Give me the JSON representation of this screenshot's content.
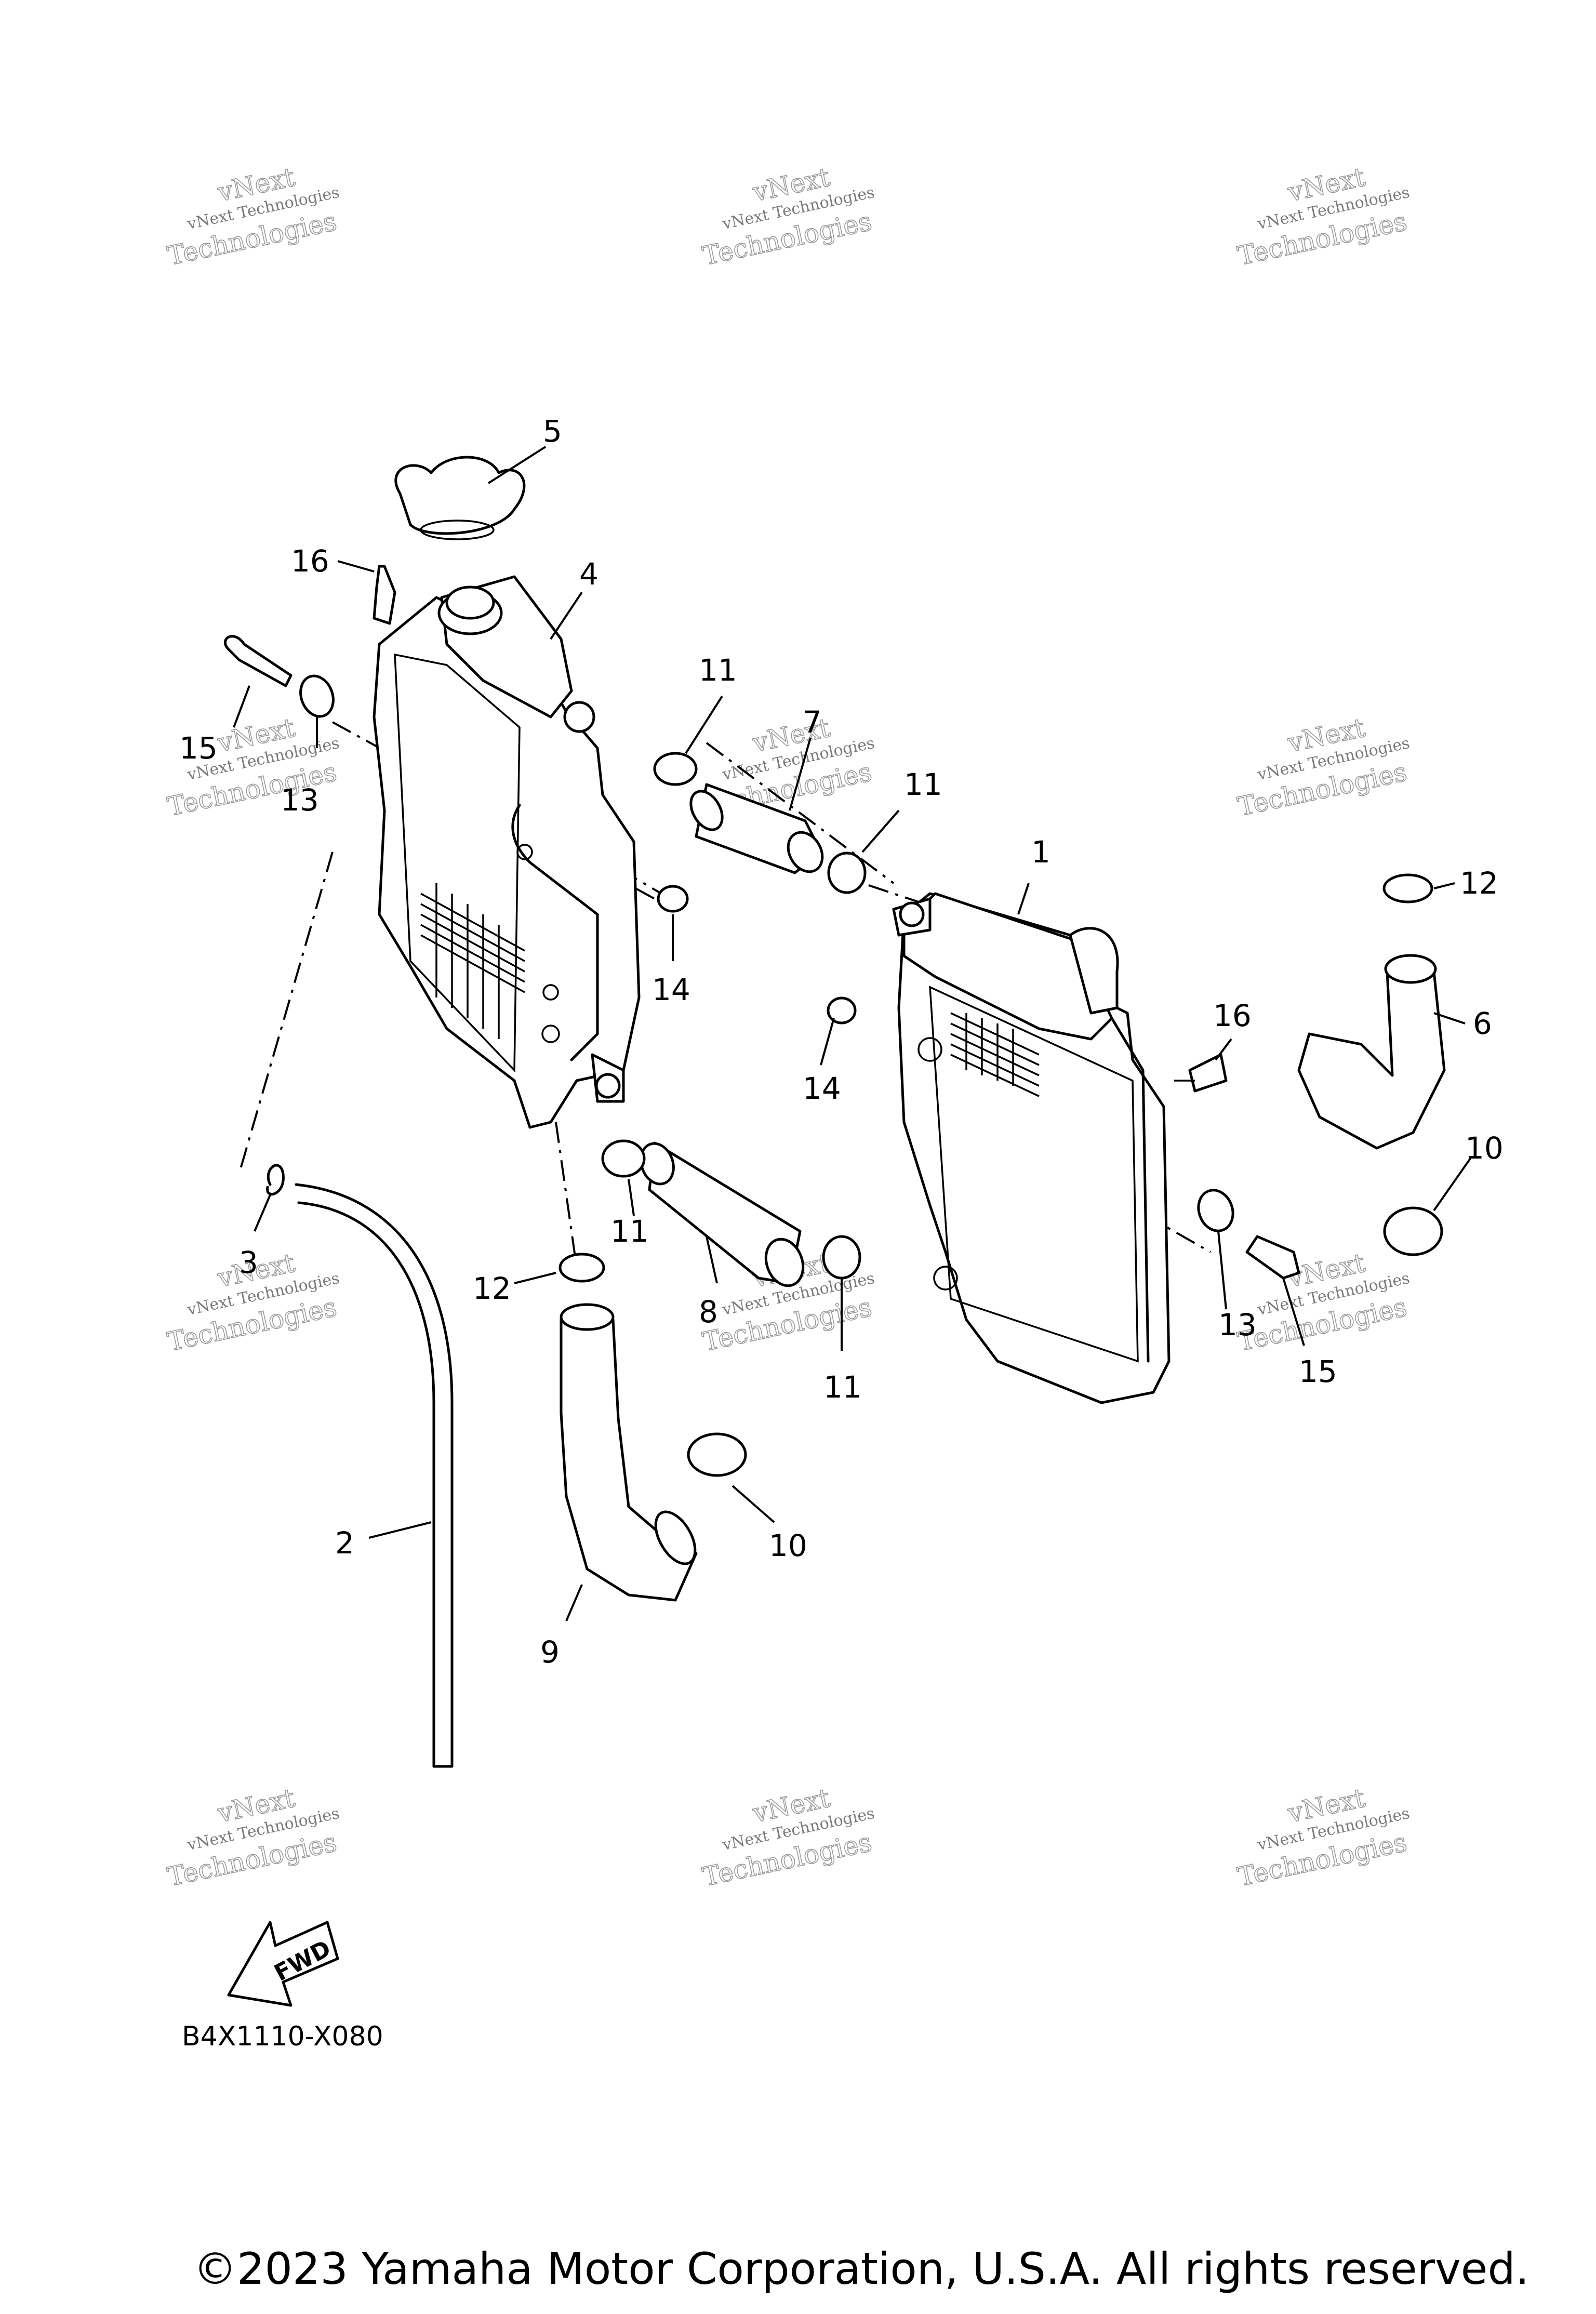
{
  "diagram_code": "B4X1110-X080",
  "copyright": "©2023 Yamaha Motor Corporation, U.S.A. All rights reserved.",
  "fwd_label": "FWD",
  "watermark": {
    "line1": "vNext Technologies",
    "line2": "vNext",
    "line3": "Technologies"
  },
  "callouts": {
    "c1": "1",
    "c2": "2",
    "c3": "3",
    "c4": "4",
    "c5": "5",
    "c6": "6",
    "c7": "7",
    "c8": "8",
    "c9": "9",
    "c10a": "10",
    "c10b": "10",
    "c11a": "11",
    "c11b": "11",
    "c11c": "11",
    "c11d": "11",
    "c12a": "12",
    "c12b": "12",
    "c13a": "13",
    "c13b": "13",
    "c14a": "14",
    "c14b": "14",
    "c15a": "15",
    "c15b": "15",
    "c16a": "16",
    "c16b": "16"
  }
}
